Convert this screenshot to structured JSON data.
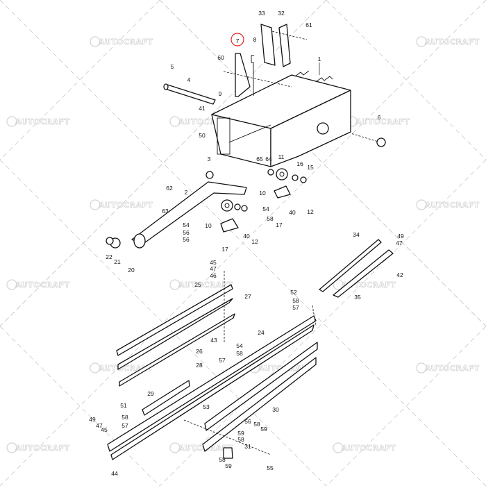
{
  "watermark": "AUTOCRAFT",
  "highlight": {
    "callout": "7",
    "color": "#e02020"
  },
  "callouts": [
    "33",
    "32",
    "61",
    "7",
    "8",
    "60",
    "1",
    "5",
    "4",
    "9",
    "41",
    "6",
    "50",
    "65",
    "64",
    "11",
    "16",
    "15",
    "3",
    "62",
    "2",
    "63",
    "10",
    "54",
    "12",
    "40",
    "17",
    "58",
    "10",
    "54",
    "56",
    "56",
    "40",
    "12",
    "17",
    "22",
    "21",
    "20",
    "34",
    "49",
    "47",
    "42",
    "35",
    "45",
    "47",
    "46",
    "25",
    "27",
    "52",
    "58",
    "57",
    "43",
    "54",
    "58",
    "57",
    "24",
    "26",
    "28",
    "29",
    "51",
    "58",
    "57",
    "53",
    "30",
    "49",
    "47",
    "45",
    "56",
    "58",
    "59",
    "59",
    "58",
    "31",
    "58",
    "59",
    "55",
    "44"
  ]
}
